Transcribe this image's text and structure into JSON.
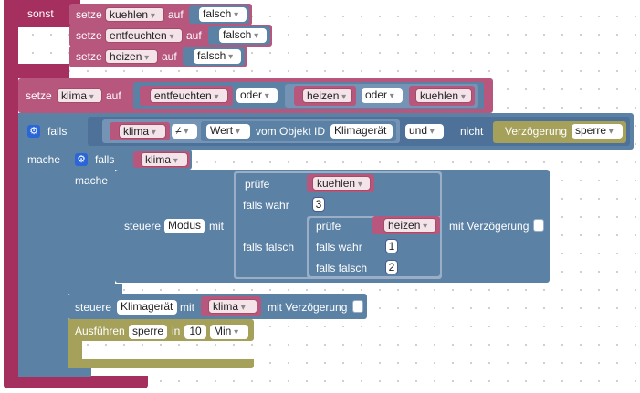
{
  "sonst_block": {
    "label": "sonst",
    "rows": [
      {
        "prefix": "setze",
        "variable": "kuehlen",
        "auf": "auf",
        "value": "falsch"
      },
      {
        "prefix": "setze",
        "variable": "entfeuchten",
        "auf": "auf",
        "value": "falsch"
      },
      {
        "prefix": "setze",
        "variable": "heizen",
        "auf": "auf",
        "value": "falsch"
      }
    ]
  },
  "set_klima": {
    "prefix": "setze",
    "variable": "klima",
    "auf": "auf",
    "terms": [
      "entfeuchten",
      "heizen",
      "kuehlen"
    ],
    "operator1": "oder",
    "operator2": "oder"
  },
  "if_block": {
    "falls": "falls",
    "mache": "mache",
    "compare_var": "klima",
    "compare_op": "≠",
    "wert": "Wert",
    "vom_objekt": "vom Objekt ID",
    "object_id": "Klimagerät",
    "und": "und",
    "nicht": "nicht",
    "delay_label": "Verzögerung",
    "delay_var": "sperre"
  },
  "inner_if": {
    "falls": "falls",
    "mache": "mache",
    "variable": "klima"
  },
  "control_modus": {
    "steuere": "steuere",
    "target": "Modus",
    "mit": "mit",
    "pruefe": "prüfe",
    "falls_wahr": "falls wahr",
    "falls_falsch": "falls falsch",
    "outer_test_var": "kuehlen",
    "outer_true": "3",
    "inner_test_var": "heizen",
    "inner_true": "1",
    "inner_false": "2",
    "mit_verzoegerung": "mit Verzögerung"
  },
  "control_klima": {
    "steuere": "steuere",
    "target": "Klimagerät",
    "mit": "mit",
    "variable": "klima",
    "mit_verzoegerung": "mit Verzögerung"
  },
  "ausfuehren": {
    "label": "Ausführen",
    "variable": "sperre",
    "in": "in",
    "value": "10",
    "unit": "Min"
  },
  "colors": {
    "variables": "#a5305f",
    "logic": "#5b81a5",
    "timeouts": "#a5a05a",
    "gear": "#2b66d9"
  }
}
